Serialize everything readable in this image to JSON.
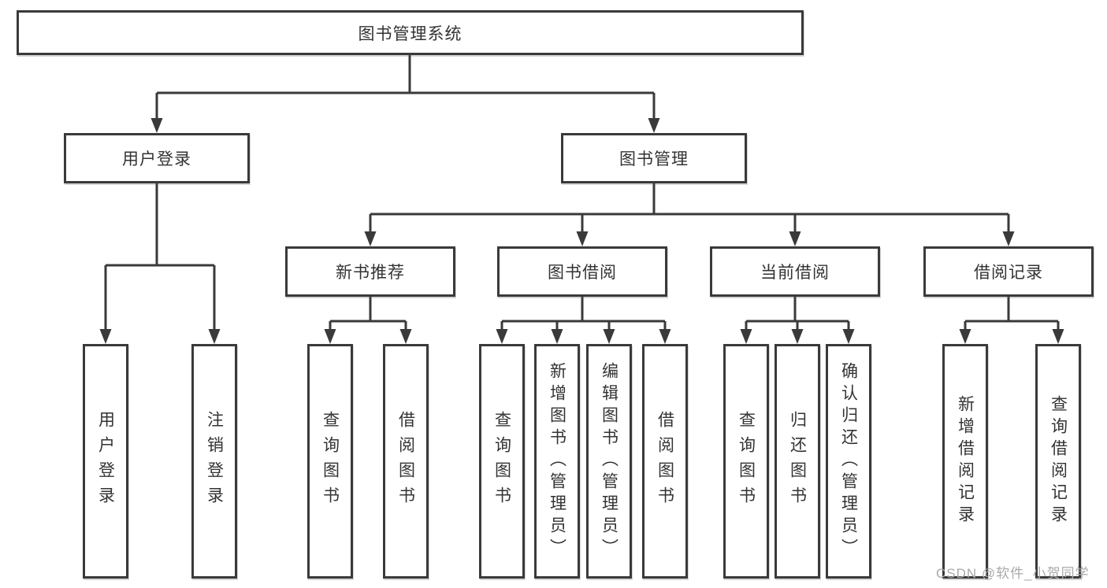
{
  "diagram": {
    "root": "图书管理系统",
    "level2": [
      "用户登录",
      "图书管理"
    ],
    "level3": [
      "新书推荐",
      "图书借阅",
      "当前借阅",
      "借阅记录"
    ],
    "leaves": {
      "user_login": [
        "用户登录",
        "注销登录"
      ],
      "new_books": [
        "查询图书",
        "借阅图书"
      ],
      "book_borrow": [
        "查询图书",
        "新增图书（管理员）",
        "编辑图书（管理员）",
        "借阅图书"
      ],
      "current_borrow": [
        "查询图书",
        "归还图书",
        "确认归还（管理员）"
      ],
      "borrow_records": [
        "新增借阅记录",
        "查询借阅记录"
      ]
    },
    "watermark": "CSDN @软件_小贺同学",
    "colors": {
      "line": "#3a3a3a",
      "text": "#333333",
      "watermark": "#a9a9a9",
      "background": "#ffffff"
    }
  }
}
